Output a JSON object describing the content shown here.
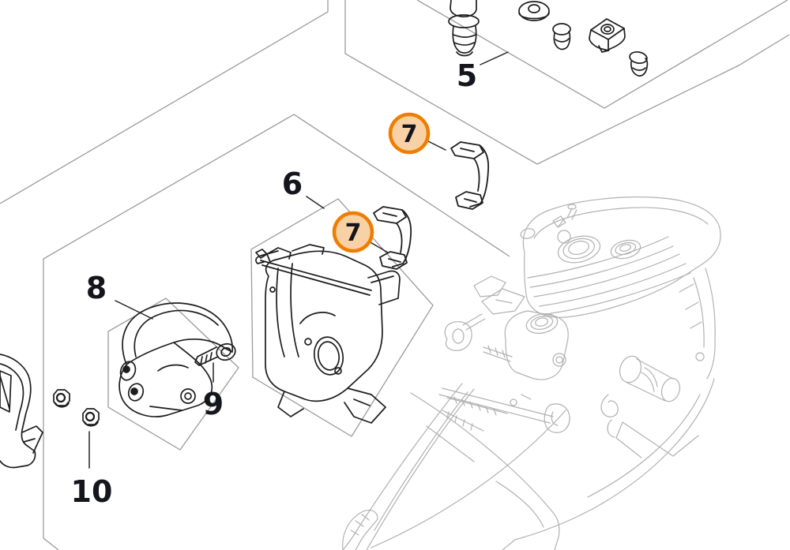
{
  "page": {
    "background": "#ffffff",
    "kind": "exploded-parts-diagram"
  },
  "diagram": {
    "subject": "chainsaw engine / carburetor box exploded view",
    "callouts": [
      {
        "ref": "5",
        "label": "5",
        "highlighted": false
      },
      {
        "ref": "6",
        "label": "6",
        "highlighted": false
      },
      {
        "ref": "7",
        "label": "7",
        "highlighted": true,
        "instance": "upper"
      },
      {
        "ref": "7",
        "label": "7",
        "highlighted": true,
        "instance": "lower"
      },
      {
        "ref": "8",
        "label": "8",
        "highlighted": false
      },
      {
        "ref": "9",
        "label": "9",
        "highlighted": false
      },
      {
        "ref": "10",
        "label": "10",
        "highlighted": false
      }
    ],
    "colors": {
      "background": "#ffffff",
      "part_line": "#1d1d1d",
      "panel_line": "#9b9b9b",
      "machine_line": "#b1b1b1",
      "leader_line": "#252525",
      "label_text": "#15151e",
      "highlight_fill": "#f8d2a6",
      "highlight_border": "#ef7d00"
    }
  }
}
